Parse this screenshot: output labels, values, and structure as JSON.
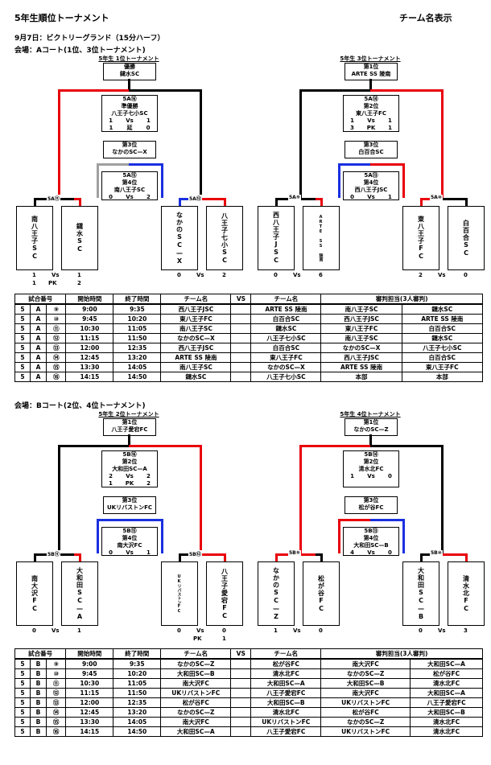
{
  "page": {
    "title": "5年生順位トーナメント",
    "display_label": "チーム名表示",
    "date_line": "9月7日：ビクトリーグランド（15分ハーフ）"
  },
  "courtA": {
    "heading": "会場：Aコート(1位、3位トーナメント)",
    "t1": {
      "title": "5年生 1位トーナメント",
      "champion": {
        "label": "優勝",
        "team": "鑓水SC"
      },
      "final": {
        "code": "5A⑯",
        "label": "準優勝",
        "team": "八王子七小SC",
        "s1": "1",
        "vs": "Vs",
        "s2": "1",
        "p1": "1",
        "pk": "延",
        "p2": "0"
      },
      "third": {
        "label": "第3位",
        "team": "なかのSC—X"
      },
      "fourth": {
        "code": "5A⑮",
        "label": "第4位",
        "team": "南八王子SC",
        "s1": "0",
        "vs": "Vs",
        "s2": "2"
      },
      "r1l": "5A⑪",
      "r1r": "5A⑫",
      "teams": [
        "南八王子SC",
        "鑓水SC",
        "なかのSC—X",
        "八王子七小SC"
      ],
      "m1": {
        "s1": "1",
        "vs": "Vs",
        "s2": "1",
        "p1": "1",
        "pk": "PK",
        "p2": "2"
      },
      "m2": {
        "s1": "0",
        "vs": "Vs",
        "s2": "2"
      }
    },
    "t3": {
      "title": "5年生 3位トーナメント",
      "champion": {
        "label": "第1位",
        "team": "ARTE SS 陵南"
      },
      "final": {
        "code": "5A⑭",
        "label": "第2位",
        "team": "東八王子FC",
        "s1": "1",
        "vs": "Vs",
        "s2": "1",
        "p1": "3",
        "pk": "PK",
        "p2": "1"
      },
      "third": {
        "label": "第3位",
        "team": "白百合SC"
      },
      "fourth": {
        "code": "5A⑬",
        "label": "第4位",
        "team": "西八王子JSC",
        "s1": "0",
        "vs": "Vs",
        "s2": "1"
      },
      "r1l": "5A⑨",
      "r1r": "5A⑩",
      "teams": [
        "西八王子JSC",
        "ARTE SS 陵南",
        "東八王子FC",
        "白百合SC"
      ],
      "m1": {
        "s1": "0",
        "vs": "Vs",
        "s2": "6"
      },
      "m2": {
        "s1": "2",
        "vs": "Vs",
        "s2": "0"
      }
    },
    "schedule": {
      "headers": [
        "試合番号",
        "開始時間",
        "終了時間",
        "チーム名",
        "VS",
        "チーム名",
        "審判担当(3人審判)"
      ],
      "rows": [
        [
          "5",
          "A",
          "⑨",
          "9:00",
          "9:35",
          "西八王子JSC",
          "",
          "ARTE SS 陵南",
          "南八王子SC",
          "鑓水SC"
        ],
        [
          "5",
          "A",
          "⑩",
          "9:45",
          "10:20",
          "東八王子FC",
          "",
          "白百合SC",
          "西八王子JSC",
          "ARTE SS 陵南"
        ],
        [
          "5",
          "A",
          "⑪",
          "10:30",
          "11:05",
          "南八王子SC",
          "",
          "鑓水SC",
          "東八王子FC",
          "白百合SC"
        ],
        [
          "5",
          "A",
          "⑫",
          "11:15",
          "11:50",
          "なかのSC—X",
          "",
          "八王子七小SC",
          "南八王子SC",
          "鑓水SC"
        ],
        [
          "5",
          "A",
          "⑬",
          "12:00",
          "12:35",
          "西八王子JSC",
          "",
          "白百合SC",
          "なかのSC—X",
          "八王子七小SC"
        ],
        [
          "5",
          "A",
          "⑭",
          "12:45",
          "13:20",
          "ARTE SS 陵南",
          "",
          "東八王子FC",
          "西八王子JSC",
          "白百合SC"
        ],
        [
          "5",
          "A",
          "⑮",
          "13:30",
          "14:05",
          "南八王子SC",
          "",
          "なかのSC—X",
          "ARTE SS 陵南",
          "東八王子FC"
        ],
        [
          "5",
          "A",
          "⑯",
          "14:15",
          "14:50",
          "鑓水SC",
          "",
          "八王子七小SC",
          "本部",
          "本部"
        ]
      ]
    }
  },
  "courtB": {
    "heading": "会場：Bコート(2位、4位トーナメント)",
    "t2": {
      "title": "5年生 2位トーナメント",
      "champion": {
        "label": "第1位",
        "team": "八王子愛宕FC"
      },
      "final": {
        "code": "5B⑯",
        "label": "第2位",
        "team": "大和田SC—A",
        "s1": "2",
        "vs": "Vs",
        "s2": "2",
        "p1": "1",
        "pk": "PK",
        "p2": "2"
      },
      "third": {
        "label": "第3位",
        "team": "UKリバストンFC"
      },
      "fourth": {
        "code": "5B⑮",
        "label": "第4位",
        "team": "南大沢FC",
        "s1": "0",
        "vs": "Vs",
        "s2": "1"
      },
      "r1l": "5B⑪",
      "r1r": "5B⑫",
      "teams": [
        "南大沢FC",
        "大和田SC—A",
        "UKリバストンFC",
        "八王子愛宕FC"
      ],
      "m1": {
        "s1": "0",
        "vs": "Vs",
        "s2": "1"
      },
      "m2": {
        "s1": "0",
        "vs": "Vs",
        "s2": "0",
        "p1": "",
        "pk": "PK",
        "p2": "1"
      }
    },
    "t4": {
      "title": "5年生 4位トーナメント",
      "champion": {
        "label": "第1位",
        "team": "なかのSC—Z"
      },
      "final": {
        "code": "5B⑭",
        "label": "第2位",
        "team": "清水北FC",
        "s1": "1",
        "vs": "Vs",
        "s2": "0"
      },
      "third": {
        "label": "第3位",
        "team": "松が谷FC"
      },
      "fourth": {
        "code": "5B⑬",
        "label": "第4位",
        "team": "大和田SC—B",
        "s1": "4",
        "vs": "Vs",
        "s2": "0"
      },
      "r1l": "5B⑨",
      "r1r": "5B⑩",
      "teams": [
        "なかのSC—Z",
        "松が谷FC",
        "大和田SC—B",
        "清水北FC"
      ],
      "m1": {
        "s1": "1",
        "vs": "Vs",
        "s2": "0"
      },
      "m2": {
        "s1": "0",
        "vs": "Vs",
        "s2": "3"
      }
    },
    "schedule": {
      "headers": [
        "試合番号",
        "開始時間",
        "終了時間",
        "チーム名",
        "VS",
        "チーム名",
        "審判担当(3人審判)"
      ],
      "rows": [
        [
          "5",
          "B",
          "⑨",
          "9:00",
          "9:35",
          "なかのSC—Z",
          "",
          "松が谷FC",
          "南大沢FC",
          "大和田SC—A"
        ],
        [
          "5",
          "B",
          "⑩",
          "9:45",
          "10:20",
          "大和田SC—B",
          "",
          "清水北FC",
          "なかのSC—Z",
          "松が谷FC"
        ],
        [
          "5",
          "B",
          "⑪",
          "10:30",
          "11:05",
          "南大沢FC",
          "",
          "大和田SC—A",
          "大和田SC—B",
          "清水北FC"
        ],
        [
          "5",
          "B",
          "⑫",
          "11:15",
          "11:50",
          "UKリバストンFC",
          "",
          "八王子愛宕FC",
          "南大沢FC",
          "大和田SC—A"
        ],
        [
          "5",
          "B",
          "⑬",
          "12:00",
          "12:35",
          "松が谷FC",
          "",
          "大和田SC—B",
          "UKリバストンFC",
          "八王子愛宕FC"
        ],
        [
          "5",
          "B",
          "⑭",
          "12:45",
          "13:20",
          "なかのSC—Z",
          "",
          "清水北FC",
          "松が谷FC",
          "大和田SC—B"
        ],
        [
          "5",
          "B",
          "⑮",
          "13:30",
          "14:05",
          "南大沢FC",
          "",
          "UKリバストンFC",
          "なかのSC—Z",
          "清水北FC"
        ],
        [
          "5",
          "B",
          "⑯",
          "14:15",
          "14:50",
          "大和田SC—A",
          "",
          "八王子愛宕FC",
          "UKリバストンFC",
          "清水北FC"
        ]
      ]
    }
  },
  "colors": {
    "winner_line": "#e8000a",
    "loser_line": "#1a2fe0",
    "neutral_line": "#000000",
    "third_line": "#a0a0a0"
  }
}
